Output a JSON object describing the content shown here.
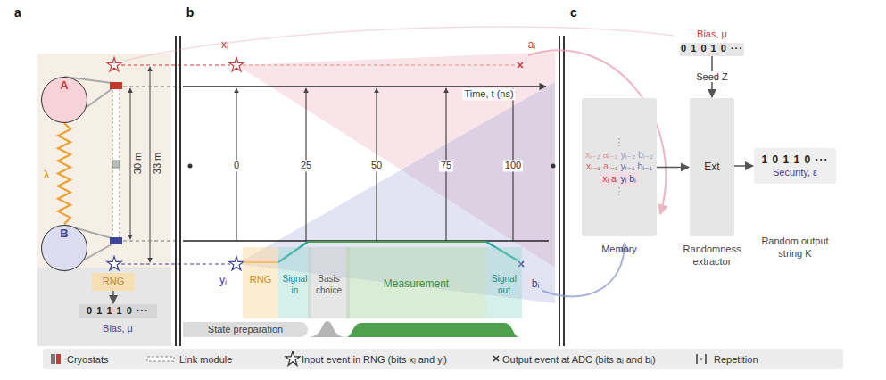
{
  "diagram": {
    "nodes": [
      {
        "text": [
          "A"
        ]
      },
      {
        "text": [
          "B"
        ]
      },
      {
        "text": [
          "RNG"
        ]
      },
      {
        "text": [
          "0 1 1 1 0 ···",
          "Bias, μ"
        ]
      },
      {
        "text": [
          "RNG"
        ]
      },
      {
        "text": [
          "Signal in"
        ]
      },
      {
        "text": [
          "Basis choice"
        ]
      },
      {
        "text": [
          "Measurement"
        ]
      },
      {
        "text": [
          "Signal out"
        ]
      },
      {
        "text": [
          "State preparation"
        ]
      },
      {
        "text": [
          "Bias, μ",
          "0 1 0 1 0 ···"
        ]
      },
      {
        "text": [
          "⋮",
          "xᵢ₋₂ aᵢ₋₂ yᵢ₋₂ bᵢ₋₂",
          "xᵢ₋₁ aᵢ₋₁ yᵢ₋₁ bᵢ₋₁",
          "xᵢ aᵢ yᵢ bᵢ",
          "⋮",
          "Memory"
        ]
      },
      {
        "text": [
          "Ext",
          "Randomness extractor"
        ]
      },
      {
        "text": [
          "1 0 1 1 0 ···",
          "Security, ε",
          "Random output string K"
        ]
      }
    ],
    "edges": [
      {
        "from": 0,
        "to": 1,
        "label": "λ",
        "arrow": "none"
      },
      {
        "from": 2,
        "to": 3,
        "arrow": "to"
      },
      {
        "from": 10,
        "to": 12,
        "label": "Seed Z",
        "arrow": "to"
      },
      {
        "from": 11,
        "to": 12,
        "arrow": "to"
      },
      {
        "from": 12,
        "to": 13,
        "arrow": "to"
      }
    ],
    "labels": [
      "a",
      "b",
      "c",
      "30 m",
      "33 m",
      "xᵢ",
      "aᵢ",
      "yᵢ",
      "bᵢ",
      "Time, t (ns)",
      "0",
      "25",
      "50",
      "75",
      "100"
    ],
    "legend": [
      {
        "text": "Cryostats"
      },
      {
        "text": "Link module"
      },
      {
        "text": "Input event in RNG (bits xᵢ and yᵢ)"
      },
      {
        "text": "Output event at ADC (bits aᵢ and bᵢ)"
      },
      {
        "text": "Repetition"
      }
    ]
  }
}
